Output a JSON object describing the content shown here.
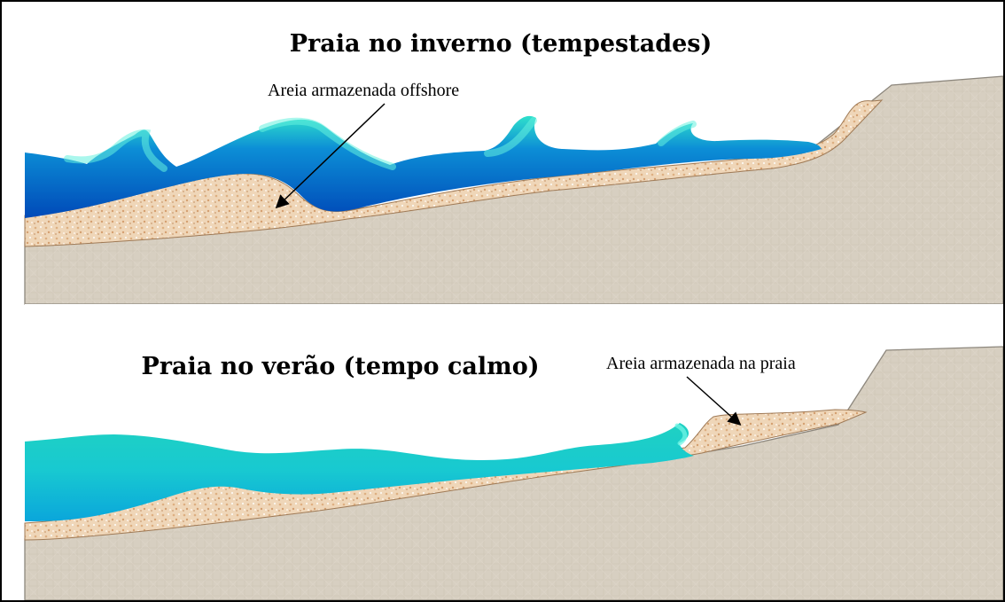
{
  "diagram": {
    "winter": {
      "title": "Praia no inverno (tempestades)",
      "annotation": "Areia armazenada offshore"
    },
    "summer": {
      "title": "Praia no verão (tempo calmo)",
      "annotation": "Areia armazenada na praia"
    }
  },
  "colors": {
    "ground": "#d7cfc1",
    "sand": "#efd6b8",
    "water_deep": "#005fc7",
    "water_light": "#1fd1c2",
    "outline": "#6b655b"
  }
}
